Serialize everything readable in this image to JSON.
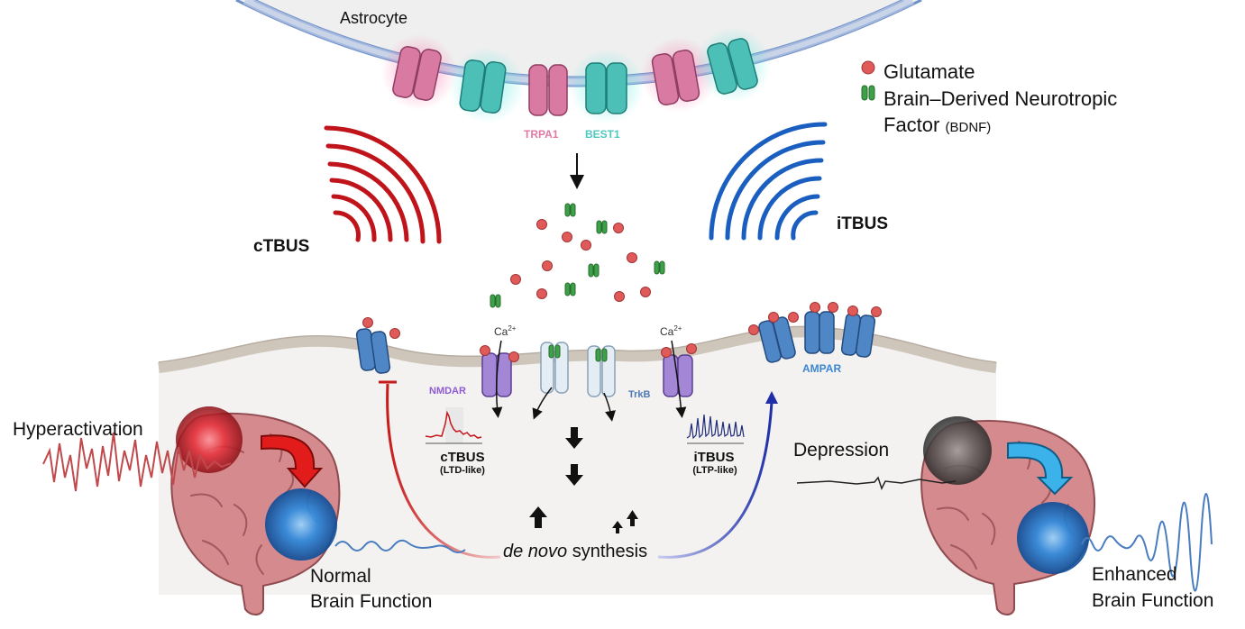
{
  "labels": {
    "astrocyte": "Astrocyte",
    "glutamate": "Glutamate",
    "bdnf_line1": "Brain–Derived Neurotropic",
    "bdnf_line2": "Factor",
    "bdnf_abbr": "(BDNF)",
    "trpa1": "TRPA1",
    "best1": "BEST1",
    "ctbus": "cTBUS",
    "itbus": "iTBUS",
    "nmdar": "NMDAR",
    "trkb": "TrkB",
    "ampar": "AMPAR",
    "ca_base": "Ca",
    "ca_sup": "2+",
    "ctbus_box": "cTBUS",
    "ctbus_sub": "(LTD-like)",
    "itbus_box": "iTBUS",
    "itbus_sub": "(LTP-like)",
    "hyperactivation": "Hyperactivation",
    "depression": "Depression",
    "normal_line1": "Normal",
    "normal_line2": "Brain Function",
    "enhanced_line1": "Enhanced",
    "enhanced_line2": "Brain Function",
    "denovo_italic": "de novo",
    "synthesis": "synthesis"
  },
  "colors": {
    "glutamate": "#e05a5a",
    "bdnf": "#3fa04a",
    "trpa1": "#d97aa2",
    "best1": "#3fb8b0",
    "ctbus_wave": "#c0141b",
    "itbus_wave": "#1a5fc0",
    "nmdar": "#a387d6",
    "ampar": "#4f86c6",
    "trkb": "#dbe6f0",
    "red_arrow": "#c71a1a",
    "blue_arrow": "#1d2ea8",
    "membrane": "#d8cfc4",
    "brain": "#d58a8d",
    "red_glow": "#e8313b",
    "blue_glow": "#2a8be0",
    "grey_glow": "#555555",
    "cyan_arrow": "#38b7ea"
  }
}
